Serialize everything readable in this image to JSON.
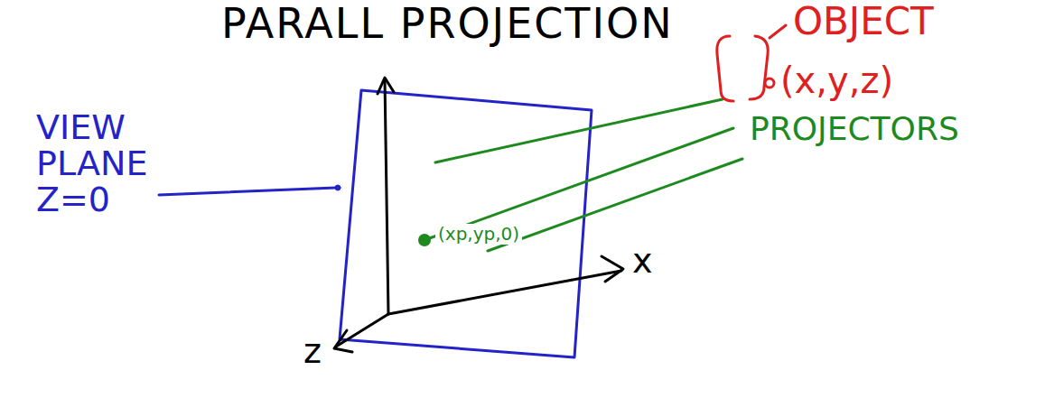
{
  "diagram": {
    "title": "PARALL PROJECTION",
    "labels": [
      "VIEW PLANE Z=0",
      "OBJECT",
      "(x,y,z)",
      "PROJECTORS",
      "(xp,yp,0)",
      "x",
      "z"
    ]
  }
}
